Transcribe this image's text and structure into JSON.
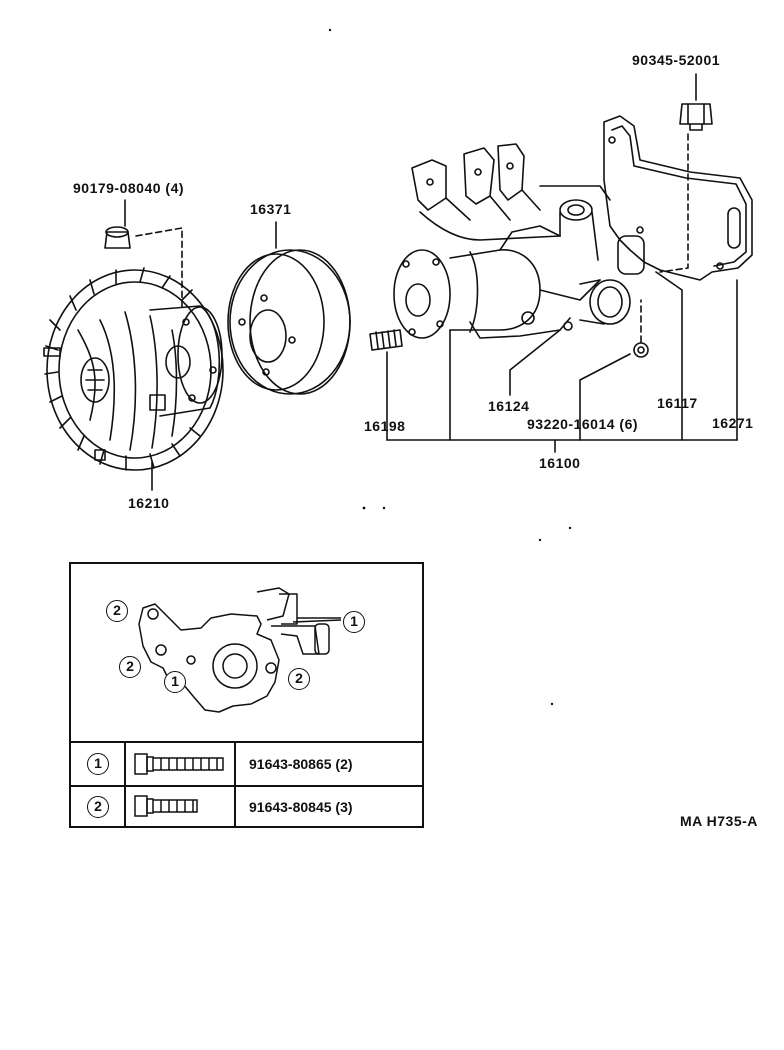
{
  "part_labels": {
    "p90345": "90345-52001",
    "p90179": "90179-08040 (4)",
    "p16371": "16371",
    "p16198": "16198",
    "p16124": "16124",
    "p93220": "93220-16014 (6)",
    "p16117": "16117",
    "p16271": "16271",
    "p16100": "16100",
    "p16210": "16210"
  },
  "legend": {
    "callouts": [
      "1",
      "2"
    ],
    "rows": [
      {
        "num": "1",
        "part": "91643-80865 (2)",
        "icon": "long-bolt-icon"
      },
      {
        "num": "2",
        "part": "91643-80845 (3)",
        "icon": "short-bolt-icon"
      }
    ]
  },
  "diagram_code": "MA H735-A"
}
